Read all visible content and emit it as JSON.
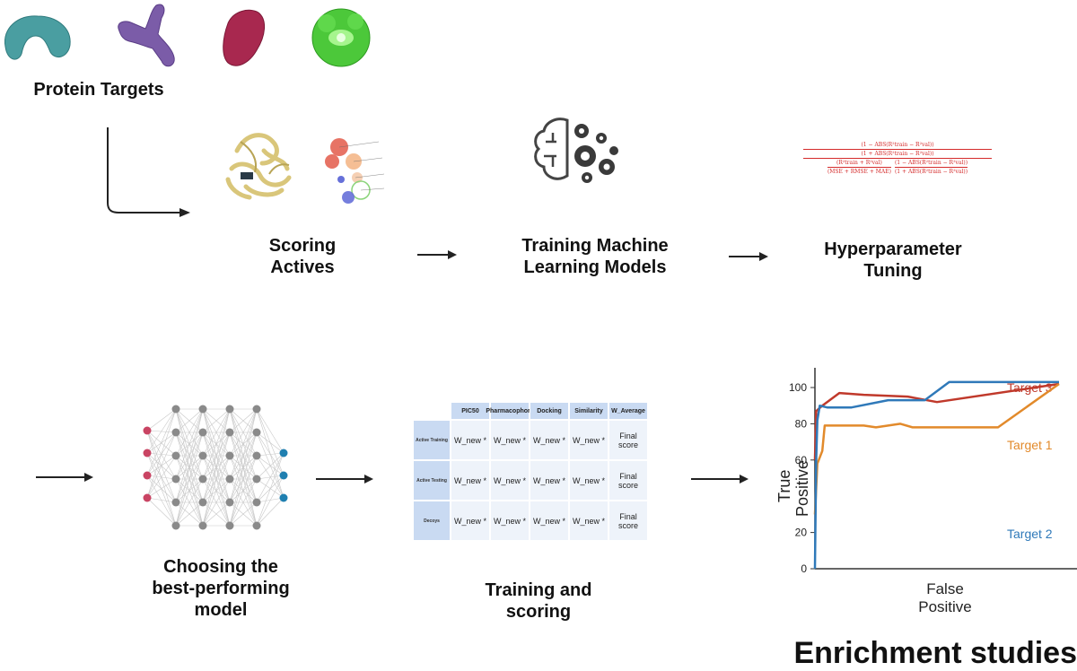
{
  "labels": {
    "protein_targets": "Protein Targets",
    "scoring_actives_1": "Scoring",
    "scoring_actives_2": "Actives",
    "training_ml_1": "Training Machine",
    "training_ml_2": "Learning Models",
    "hyper_1": "Hyperparameter",
    "hyper_2": "Tuning",
    "choosing_1": "Choosing the",
    "choosing_2": "best-performing",
    "choosing_3": "model",
    "training_scoring_1": "Training and",
    "training_scoring_2": "scoring",
    "enrichment": "Enrichment studies"
  },
  "table": {
    "headers": [
      "PIC50",
      "Pharmacophore",
      "Docking",
      "Similarity",
      "W_Average"
    ],
    "row_headers": [
      "Active Training",
      "Active Testing",
      "Decoys"
    ],
    "cell_value": "W_new *",
    "final_value": "Final score"
  },
  "formula": {
    "num_1": "(1 − ABS(R²train − R²val))",
    "num_2": "(1 + ABS(R²train − R²val))",
    "den_left_top": "(R²train + R²val)",
    "den_left_bottom": "(MSE + RMSE + MAE)",
    "den_right_top": "(1 − ABS(R²train − R²val))",
    "den_right_bottom": "(1 + ABS(R²train − R²val))"
  },
  "chart_data": {
    "type": "line",
    "xlabel": "False Positive",
    "ylabel": "True Positive",
    "y_ticks": [
      20,
      60,
      80,
      100
    ],
    "series": [
      {
        "name": "Target 3",
        "color": "#c0392b",
        "points": [
          [
            0,
            60
          ],
          [
            0.5,
            87
          ],
          [
            3,
            90
          ],
          [
            10,
            97
          ],
          [
            20,
            96
          ],
          [
            38,
            95
          ],
          [
            50,
            92
          ],
          [
            100,
            102
          ]
        ]
      },
      {
        "name": "Target 1",
        "color": "#e28a2b",
        "points": [
          [
            0,
            30
          ],
          [
            1,
            58
          ],
          [
            3,
            65
          ],
          [
            4,
            79
          ],
          [
            20,
            79
          ],
          [
            25,
            78
          ],
          [
            30,
            79
          ],
          [
            35,
            80
          ],
          [
            40,
            78
          ],
          [
            75,
            78
          ],
          [
            100,
            102
          ]
        ]
      },
      {
        "name": "Target 2",
        "color": "#2f79b9",
        "points": [
          [
            0,
            0
          ],
          [
            0.5,
            60
          ],
          [
            1,
            82
          ],
          [
            2,
            90
          ],
          [
            5,
            89
          ],
          [
            15,
            89
          ],
          [
            30,
            93
          ],
          [
            45,
            93
          ],
          [
            55,
            103
          ],
          [
            70,
            103
          ],
          [
            100,
            103
          ]
        ]
      }
    ]
  }
}
